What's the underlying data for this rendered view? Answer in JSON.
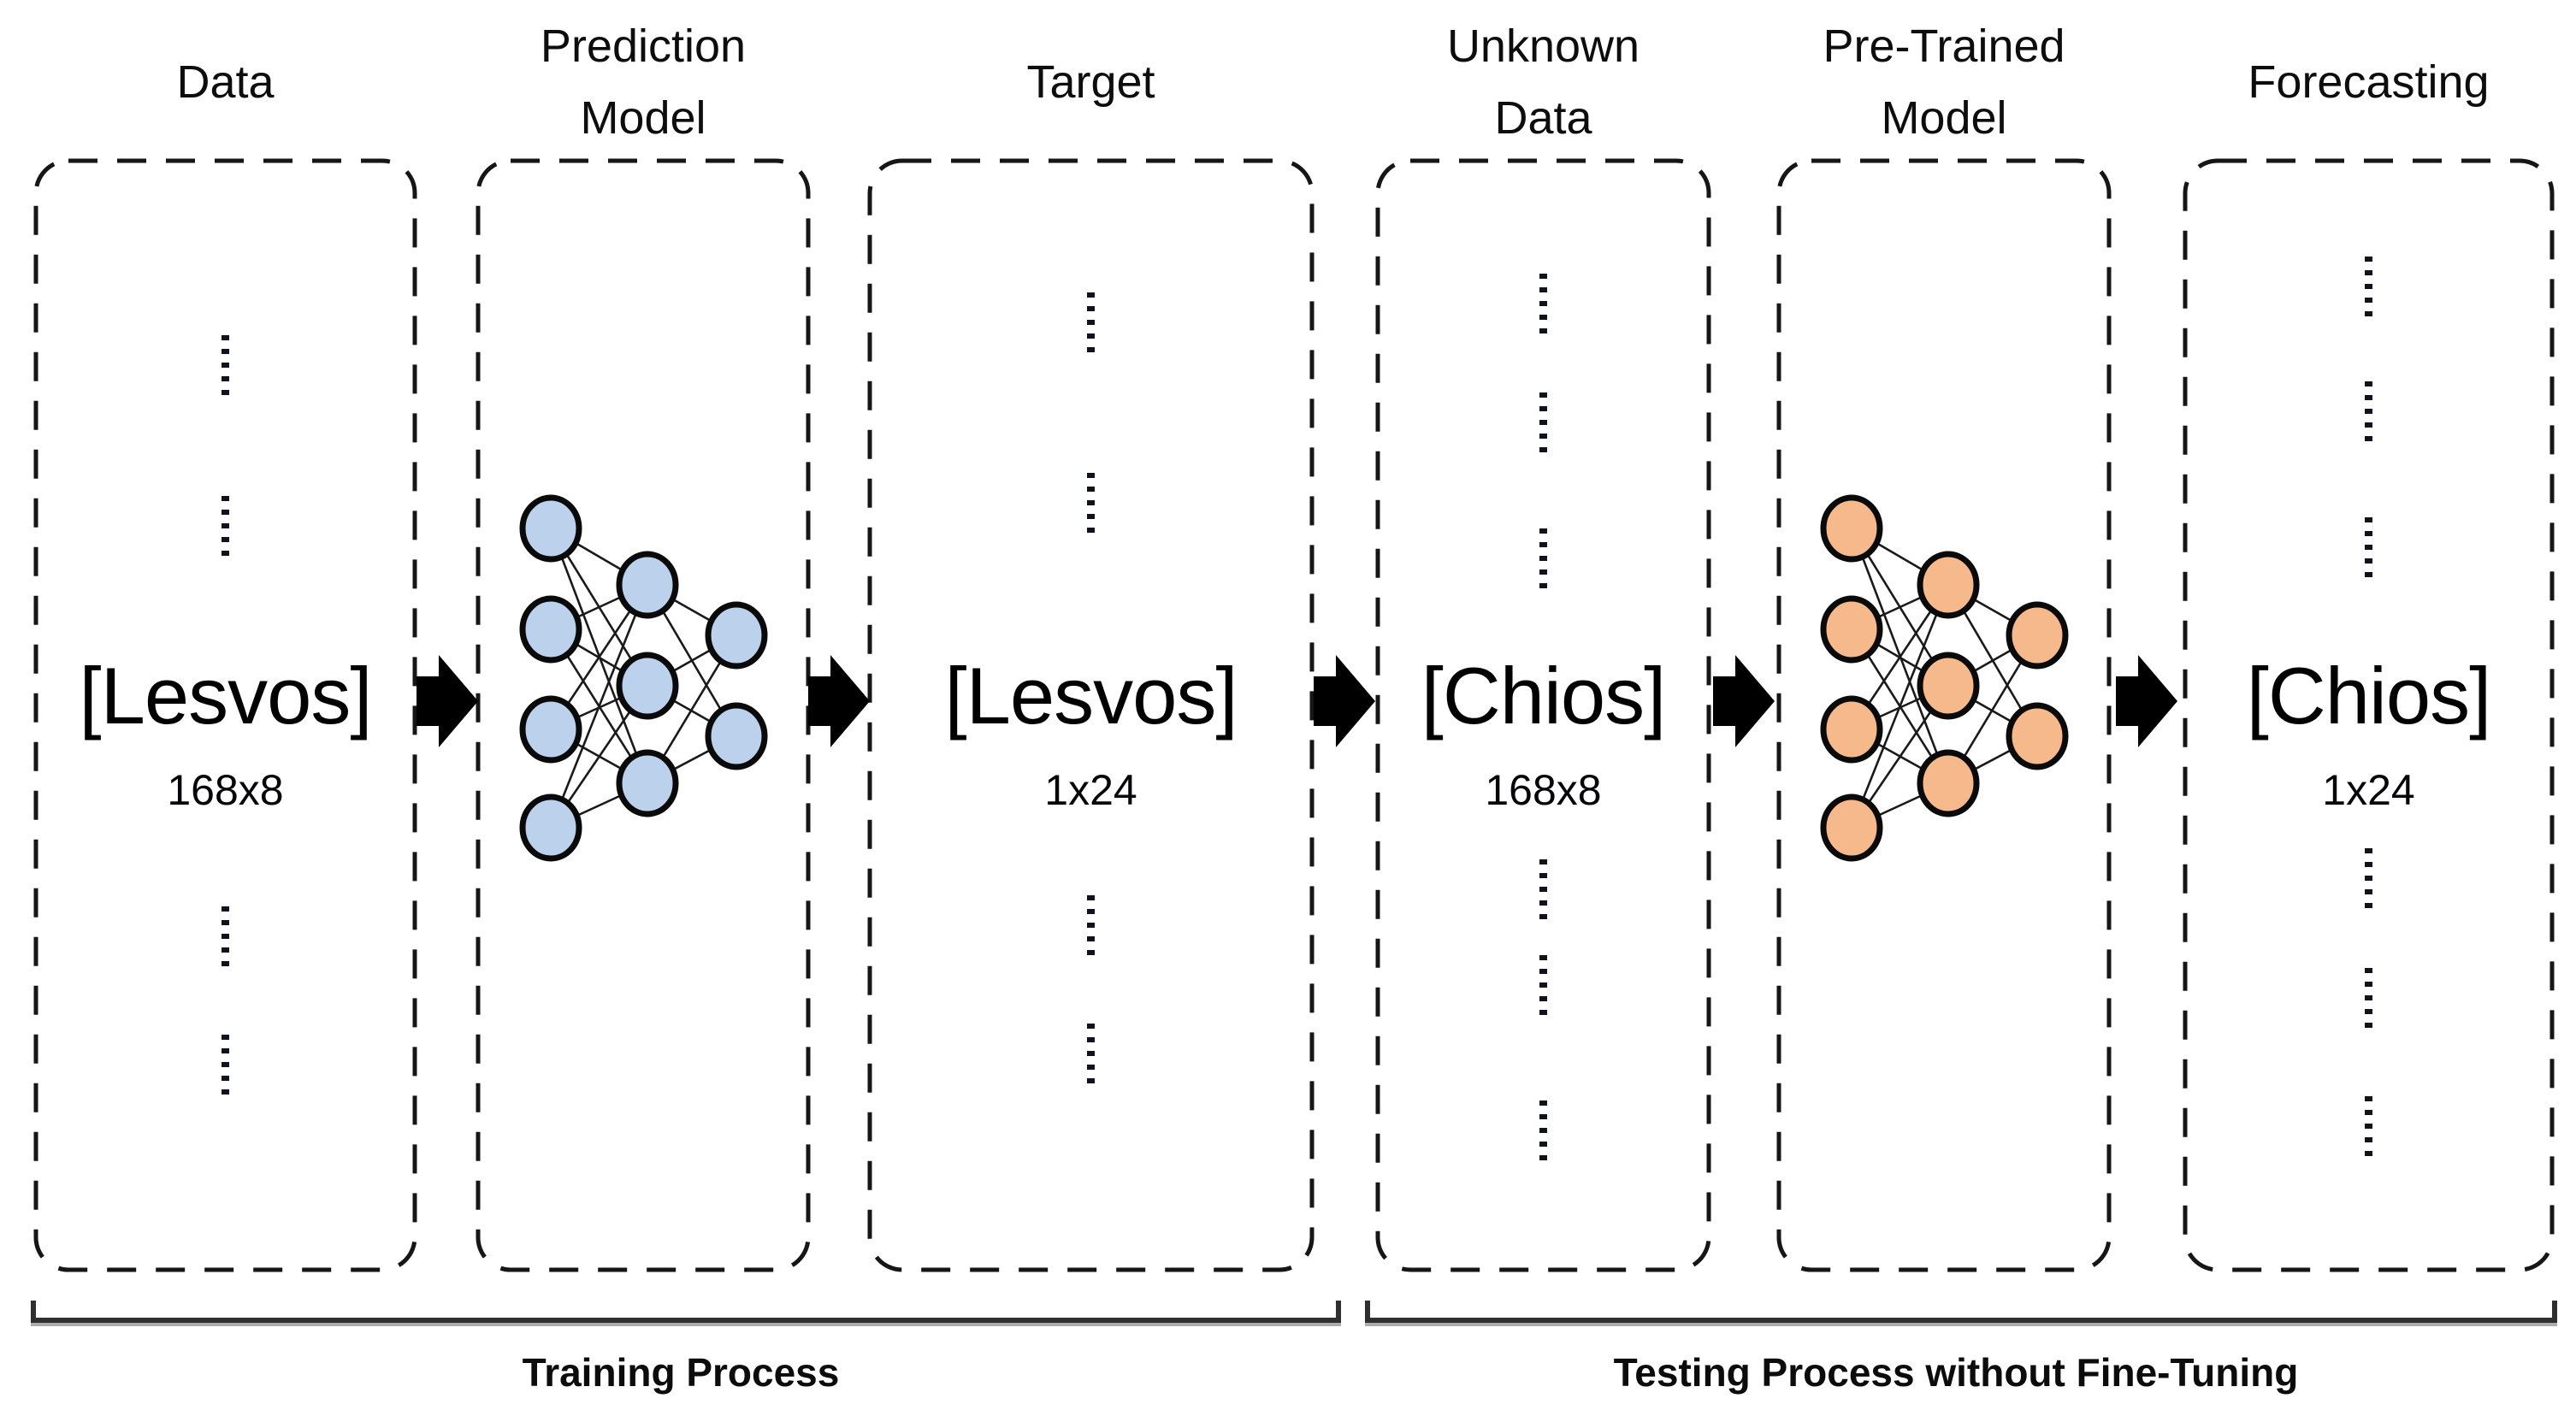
{
  "colors": {
    "background": "#ffffff",
    "box_border": "#161616",
    "arrow": "#000000",
    "node_blue": "#bcd1eb",
    "node_orange": "#f6b98b",
    "node_outline": "#0a0a0a",
    "edge_line": "#1a1a1a",
    "bracket": "#2f2f2f"
  },
  "stages": [
    {
      "id": "data",
      "label_lines": [
        "Data"
      ],
      "main": "[Lesvos]",
      "dims": "168x8"
    },
    {
      "id": "prediction-model",
      "label_lines": [
        "Prediction",
        "Model"
      ],
      "network": {
        "layers": [
          4,
          3,
          2
        ],
        "node_color": "#bcd1eb"
      }
    },
    {
      "id": "target",
      "label_lines": [
        "Target"
      ],
      "main": "[Lesvos]",
      "dims": "1x24"
    },
    {
      "id": "unknown-data",
      "label_lines": [
        "Unknown",
        "Data"
      ],
      "main": "[Chios]",
      "dims": "168x8"
    },
    {
      "id": "pre-trained-model",
      "label_lines": [
        "Pre-Trained",
        "Model"
      ],
      "network": {
        "layers": [
          4,
          3,
          2
        ],
        "node_color": "#f6b98b"
      }
    },
    {
      "id": "forecasting",
      "label_lines": [
        "Forecasting"
      ],
      "main": "[Chios]",
      "dims": "1x24"
    }
  ],
  "process_groups": [
    {
      "label": "Training Process"
    },
    {
      "label": "Testing Process without Fine-Tuning"
    }
  ]
}
